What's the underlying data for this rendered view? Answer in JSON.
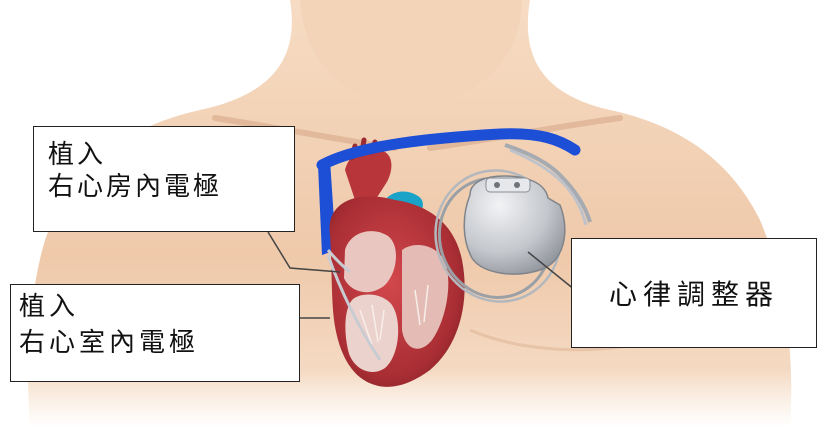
{
  "labels": {
    "atrium_electrode": {
      "line1": "植入",
      "line2": "右心房內電極"
    },
    "ventricle_electrode": {
      "line1": "植入",
      "line2": "右心室內電極"
    },
    "pacemaker": "心律調整器"
  },
  "colors": {
    "skin": "#f1cfb2",
    "skin_shadow": "#d9a98a",
    "lead_blue": "#1d4fd6",
    "aorta_teal": "#1aa3c9",
    "heart_red": "#b8353a",
    "heart_dark": "#7a1d22",
    "device_silver": "#c9cbcf",
    "wire_gray": "#9aa0a6"
  },
  "icons": [
    "torso-illustration",
    "heart-illustration",
    "pacemaker-device-illustration",
    "pacing-lead"
  ]
}
